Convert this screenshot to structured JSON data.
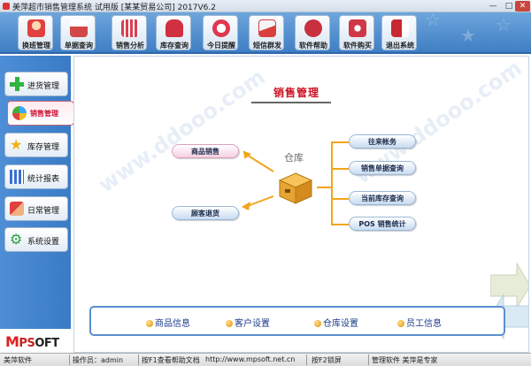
{
  "window": {
    "title": "美萍超市销售管理系统 试用版 [某某贸易公司] 2017V6.2",
    "min_label": "—",
    "max_label": "□",
    "close_label": "✕"
  },
  "toolbar": {
    "buttons": [
      {
        "label": "换班管理",
        "icon": "user-avatar-icon",
        "color": "#e04040"
      },
      {
        "label": "单据查询",
        "icon": "document-search-icon",
        "color": "#d24848"
      },
      {
        "label": "销售分析",
        "icon": "bar-chart-icon",
        "color": "#d84050"
      },
      {
        "label": "库存查询",
        "icon": "car-icon",
        "color": "#d23040"
      },
      {
        "label": "今日提醒",
        "icon": "alarm-clock-icon",
        "color": "#e03850"
      },
      {
        "label": "短信群发",
        "icon": "envelope-icon",
        "color": "#d84040"
      },
      {
        "label": "软件帮助",
        "icon": "help-icon",
        "color": "#c83040"
      },
      {
        "label": "软件购买",
        "icon": "purchase-icon",
        "color": "#d03848"
      },
      {
        "label": "退出系统",
        "icon": "exit-icon",
        "color": "#c82830"
      }
    ]
  },
  "sidebar": {
    "items": [
      {
        "label": "进货管理",
        "icon": "plus-icon"
      },
      {
        "label": "销售管理",
        "icon": "globe-icon"
      },
      {
        "label": "库存管理",
        "icon": "star-icon"
      },
      {
        "label": "统计报表",
        "icon": "report-icon"
      },
      {
        "label": "日常管理",
        "icon": "handshake-icon"
      },
      {
        "label": "系统设置",
        "icon": "gear-icon"
      }
    ],
    "active_index": 1,
    "logo": {
      "m": "M",
      "ps": "PS",
      "soft": "OFT"
    }
  },
  "main": {
    "title": "销售管理",
    "warehouse_label": "仓库",
    "left_actions": [
      "商品销售",
      "顾客退货"
    ],
    "right_actions": [
      "往来帐务",
      "销售单据查询",
      "当前库存查询",
      "POS 销售统计"
    ],
    "bottom_links": [
      "商品信息",
      "客户设置",
      "仓库设置",
      "员工信息"
    ],
    "watermark": "www.ddooo.com"
  },
  "statusbar": {
    "app": "美萍软件",
    "operator": "操作员：admin",
    "help": "按F1查看帮助文档",
    "url": "http://www.mpsoft.net.cn",
    "lock": "按F2锁屏",
    "software": "管理软件 美萍是专家"
  }
}
